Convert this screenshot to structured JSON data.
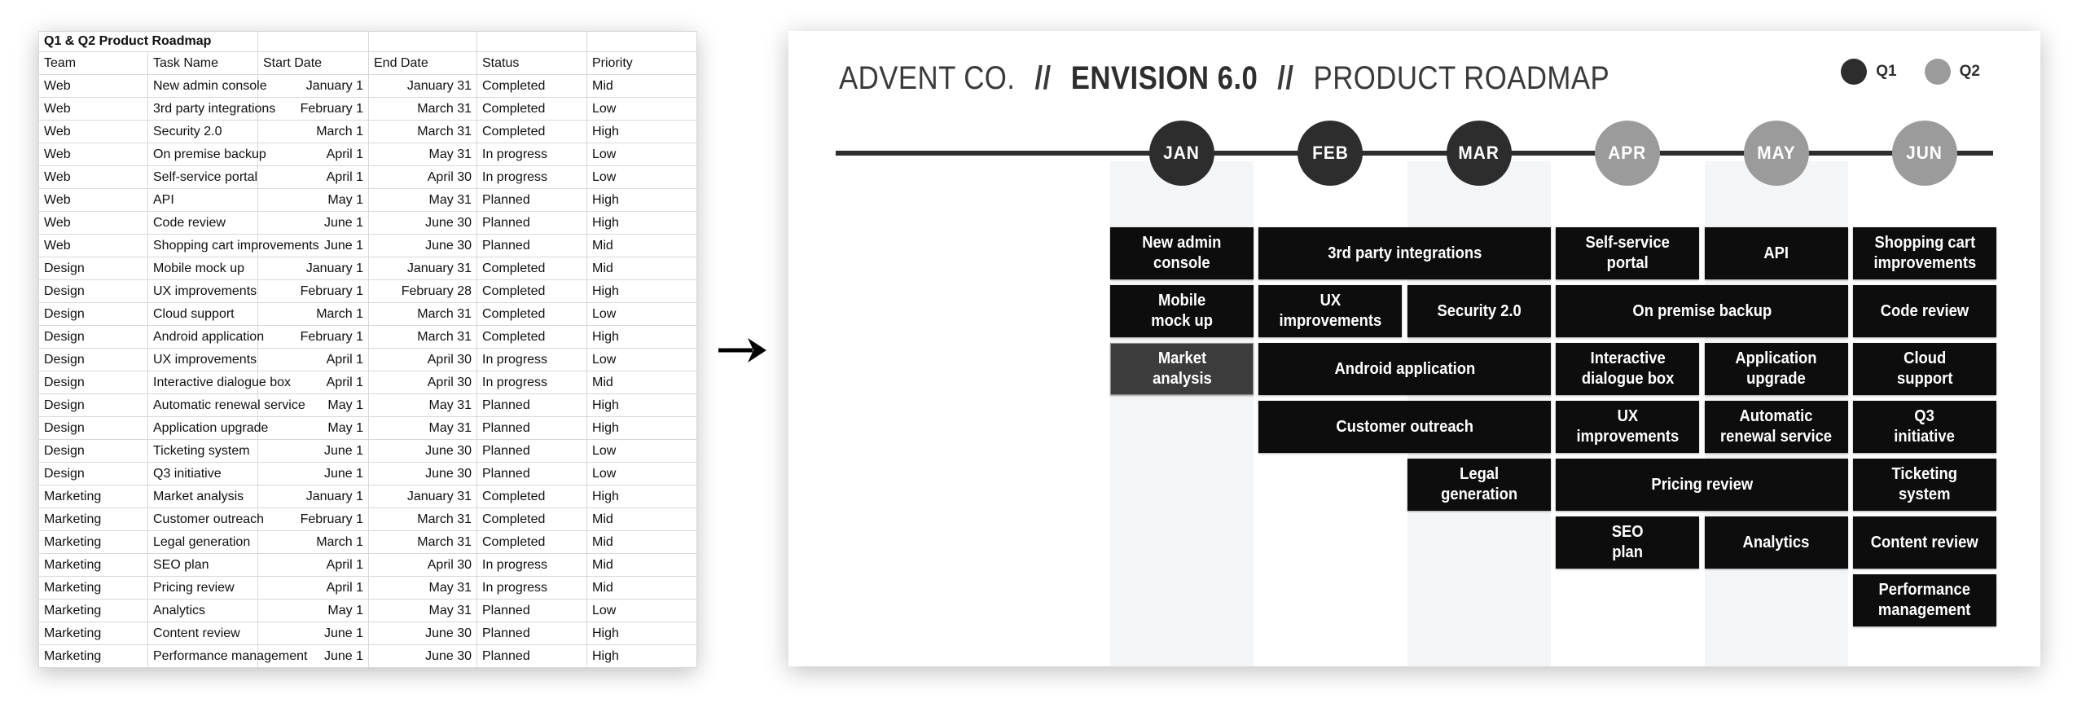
{
  "spreadsheet": {
    "title": "Q1 & Q2 Product Roadmap",
    "columns": [
      "Team",
      "Task Name",
      "Start Date",
      "End Date",
      "Status",
      "Priority"
    ],
    "rows": [
      [
        "Web",
        "New admin console",
        "January 1",
        "January 31",
        "Completed",
        "Mid"
      ],
      [
        "Web",
        "3rd party integrations",
        "February 1",
        "March 31",
        "Completed",
        "Low"
      ],
      [
        "Web",
        "Security 2.0",
        "March 1",
        "March 31",
        "Completed",
        "High"
      ],
      [
        "Web",
        "On premise backup",
        "April 1",
        "May 31",
        "In progress",
        "Low"
      ],
      [
        "Web",
        "Self-service portal",
        "April 1",
        "April 30",
        "In progress",
        "Low"
      ],
      [
        "Web",
        "API",
        "May 1",
        "May 31",
        "Planned",
        "High"
      ],
      [
        "Web",
        "Code review",
        "June 1",
        "June 30",
        "Planned",
        "High"
      ],
      [
        "Web",
        "Shopping cart improvements",
        "June 1",
        "June 30",
        "Planned",
        "Mid"
      ],
      [
        "Design",
        "Mobile mock up",
        "January 1",
        "January 31",
        "Completed",
        "Mid"
      ],
      [
        "Design",
        "UX improvements",
        "February 1",
        "February 28",
        "Completed",
        "High"
      ],
      [
        "Design",
        "Cloud support",
        "March 1",
        "March 31",
        "Completed",
        "Low"
      ],
      [
        "Design",
        "Android application",
        "February 1",
        "March 31",
        "Completed",
        "High"
      ],
      [
        "Design",
        "UX improvements",
        "April 1",
        "April 30",
        "In progress",
        "Low"
      ],
      [
        "Design",
        "Interactive dialogue box",
        "April 1",
        "April 30",
        "In progress",
        "Mid"
      ],
      [
        "Design",
        "Automatic renewal service",
        "May 1",
        "May 31",
        "Planned",
        "High"
      ],
      [
        "Design",
        "Application upgrade",
        "May 1",
        "May 31",
        "Planned",
        "High"
      ],
      [
        "Design",
        "Ticketing system",
        "June 1",
        "June 30",
        "Planned",
        "Low"
      ],
      [
        "Design",
        "Q3 initiative",
        "June 1",
        "June 30",
        "Planned",
        "Low"
      ],
      [
        "Marketing",
        "Market analysis",
        "January 1",
        "January 31",
        "Completed",
        "High"
      ],
      [
        "Marketing",
        "Customer outreach",
        "February 1",
        "March 31",
        "Completed",
        "Mid"
      ],
      [
        "Marketing",
        "Legal generation",
        "March 1",
        "March 31",
        "Completed",
        "Mid"
      ],
      [
        "Marketing",
        "SEO plan",
        "April 1",
        "April 30",
        "In progress",
        "Mid"
      ],
      [
        "Marketing",
        "Pricing review",
        "April 1",
        "May 31",
        "In progress",
        "Mid"
      ],
      [
        "Marketing",
        "Analytics",
        "May 1",
        "May 31",
        "Planned",
        "Low"
      ],
      [
        "Marketing",
        "Content review",
        "June 1",
        "June 30",
        "Planned",
        "High"
      ],
      [
        "Marketing",
        "Performance management",
        "June 1",
        "June 30",
        "Planned",
        "High"
      ]
    ]
  },
  "arrow": {
    "icon": "right-arrow",
    "color": "#000000"
  },
  "roadmap": {
    "header": {
      "company": "ADVENT CO.",
      "separator": "//",
      "product": "ENVISION 6.0",
      "title": "PRODUCT ROADMAP"
    },
    "legend": [
      {
        "label": "Q1",
        "color": "#2d2d2d"
      },
      {
        "label": "Q2",
        "color": "#9b9b9b"
      }
    ],
    "months": [
      {
        "label": "JAN",
        "quarter": "Q1"
      },
      {
        "label": "FEB",
        "quarter": "Q1"
      },
      {
        "label": "MAR",
        "quarter": "Q1"
      },
      {
        "label": "APR",
        "quarter": "Q2"
      },
      {
        "label": "MAY",
        "quarter": "Q2"
      },
      {
        "label": "JUN",
        "quarter": "Q2"
      }
    ],
    "quarter_colors": {
      "Q1": "#2d2d2d",
      "Q2": "#9b9b9b"
    },
    "block_colors": {
      "default": "#0d0d0d",
      "highlight": "#3c3c3c",
      "text": "#ffffff"
    },
    "stripe_color": "#f4f5f7",
    "striped_month_indexes": [
      1,
      3,
      5
    ],
    "blocks": [
      {
        "label": "New admin\nconsole",
        "month_start": 1,
        "month_end": 1,
        "row": 1
      },
      {
        "label": "3rd party integrations",
        "month_start": 2,
        "month_end": 3,
        "row": 1
      },
      {
        "label": "Self-service\nportal",
        "month_start": 4,
        "month_end": 4,
        "row": 1
      },
      {
        "label": "API",
        "month_start": 5,
        "month_end": 5,
        "row": 1
      },
      {
        "label": "Shopping cart\nimprovements",
        "month_start": 6,
        "month_end": 6,
        "row": 1
      },
      {
        "label": "Mobile\nmock up",
        "month_start": 1,
        "month_end": 1,
        "row": 2
      },
      {
        "label": "UX\nimprovements",
        "month_start": 2,
        "month_end": 2,
        "row": 2
      },
      {
        "label": "Security 2.0",
        "month_start": 3,
        "month_end": 3,
        "row": 2
      },
      {
        "label": "On premise backup",
        "month_start": 4,
        "month_end": 5,
        "row": 2
      },
      {
        "label": "Code review",
        "month_start": 6,
        "month_end": 6,
        "row": 2
      },
      {
        "label": "Market\nanalysis",
        "month_start": 1,
        "month_end": 1,
        "row": 3,
        "highlight": true
      },
      {
        "label": "Android application",
        "month_start": 2,
        "month_end": 3,
        "row": 3
      },
      {
        "label": "Interactive\ndialogue box",
        "month_start": 4,
        "month_end": 4,
        "row": 3
      },
      {
        "label": "Application\nupgrade",
        "month_start": 5,
        "month_end": 5,
        "row": 3
      },
      {
        "label": "Cloud\nsupport",
        "month_start": 6,
        "month_end": 6,
        "row": 3
      },
      {
        "label": "Customer outreach",
        "month_start": 2,
        "month_end": 3,
        "row": 4
      },
      {
        "label": "UX\nimprovements",
        "month_start": 4,
        "month_end": 4,
        "row": 4
      },
      {
        "label": "Automatic\nrenewal service",
        "month_start": 5,
        "month_end": 5,
        "row": 4
      },
      {
        "label": "Q3\ninitiative",
        "month_start": 6,
        "month_end": 6,
        "row": 4
      },
      {
        "label": "Legal\ngeneration",
        "month_start": 3,
        "month_end": 3,
        "row": 5
      },
      {
        "label": "Pricing review",
        "month_start": 4,
        "month_end": 5,
        "row": 5
      },
      {
        "label": "Ticketing\nsystem",
        "month_start": 6,
        "month_end": 6,
        "row": 5
      },
      {
        "label": "SEO\nplan",
        "month_start": 4,
        "month_end": 4,
        "row": 6
      },
      {
        "label": "Analytics",
        "month_start": 5,
        "month_end": 5,
        "row": 6
      },
      {
        "label": "Content review",
        "month_start": 6,
        "month_end": 6,
        "row": 6
      },
      {
        "label": "Performance\nmanagement",
        "month_start": 6,
        "month_end": 6,
        "row": 7
      }
    ]
  }
}
